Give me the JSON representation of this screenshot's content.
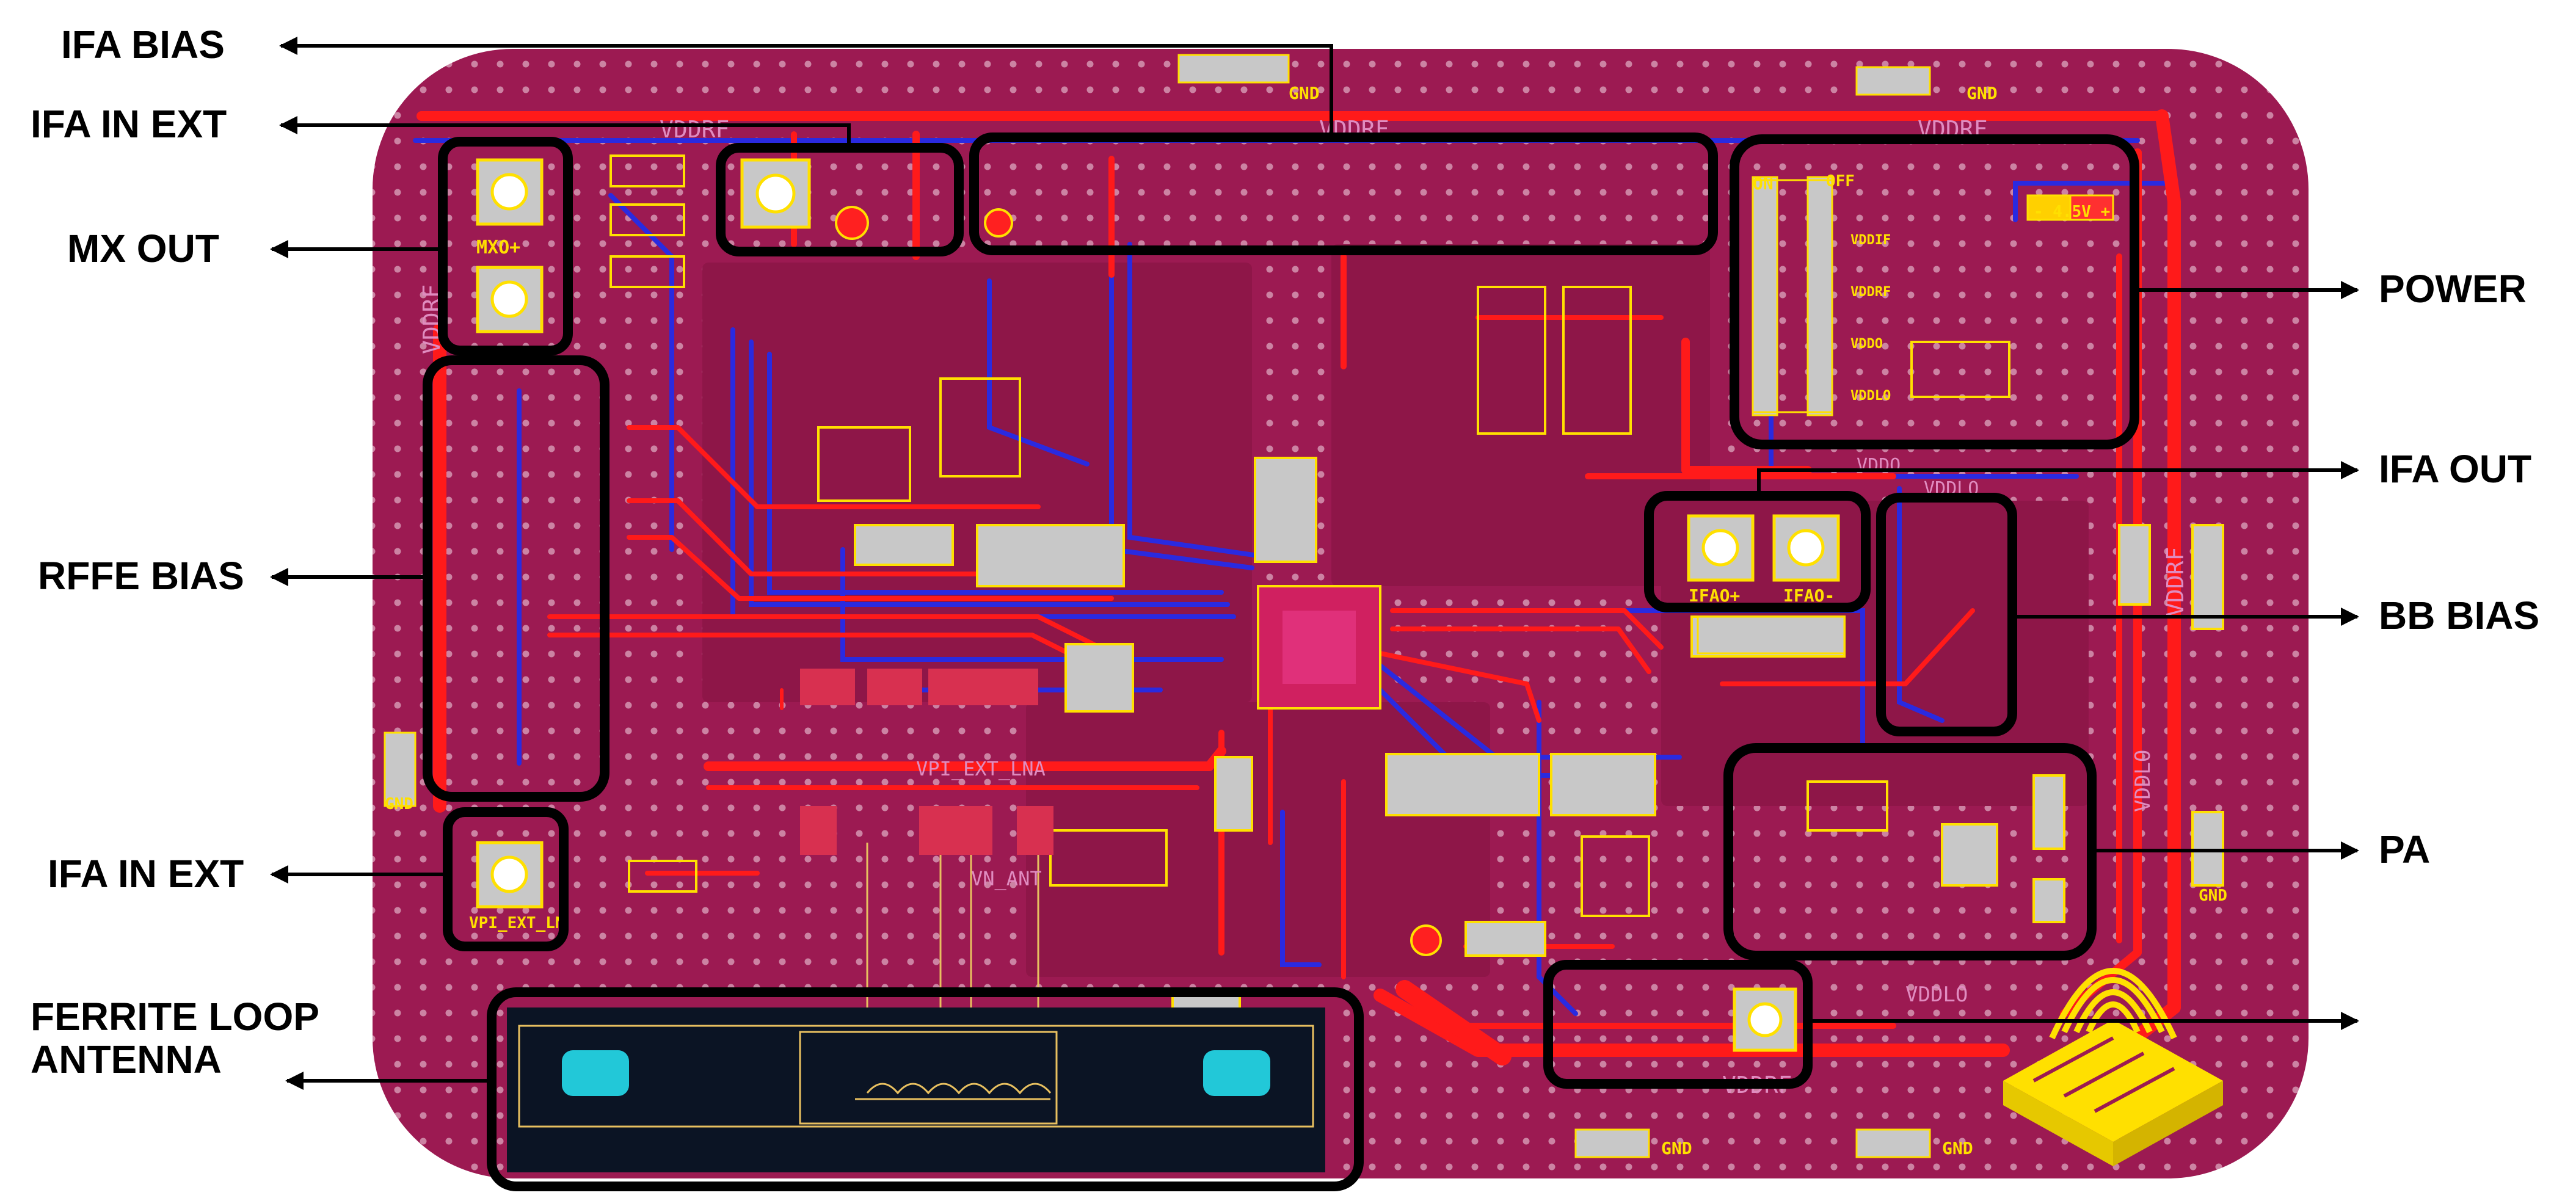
{
  "callouts": {
    "ifa_bias": "IFA BIAS",
    "ifa_in_ext_top": "IFA IN EXT",
    "mx_out": "MX OUT",
    "rffe_bias": "RFFE BIAS",
    "ifa_in_ext_bottom": "IFA IN EXT",
    "ferrite_loop_antenna": "FERRITE LOOP\nANTENNA",
    "power": "POWER",
    "ifa_out": "IFA OUT",
    "bb_bias": "BB BIAS",
    "pa": "PA"
  },
  "board": {
    "rail_labels": {
      "vddrf_top_left": "VDDRF",
      "vddrf_top_mid": "VDDRF",
      "vddrf_top_right": "VDDRF",
      "vddrf_left": "VDDRF",
      "vddrf_right": "VDDRF",
      "vddrf_bottom": "VDDRF",
      "vddlo_right": "VDDLO",
      "vddlo_bottom": "VDDLO",
      "vddlo_mid": "VDDLO",
      "vddo": "VDDO",
      "vpi_ext_lna": "VPI_EXT_LNA",
      "vn_ant": "VN_ANT",
      "gnd_1": "GND",
      "gnd_2": "GND",
      "gnd_3": "GND",
      "gnd_4": "GND",
      "gnd_5": "GND",
      "gnd_6": "GND"
    },
    "connector_labels": {
      "mxo_plus": "MXO+",
      "ifao_plus": "IFAO+",
      "ifao_minus": "IFAO-",
      "vpi_ext_ln": "VPI_EXT_LN",
      "minus_4_5v": "- 4.5V +",
      "on": "ON",
      "off": "OFF",
      "vddif": "VDDIF",
      "vddrf_pwr": "VDDRF",
      "vddo_pwr": "VDDO",
      "vddlo_pwr": "VDDLO"
    },
    "colors": {
      "board": "#9c1a52",
      "trace_red": "#ff1a1a",
      "trace_blue": "#2a2ae0",
      "silkscreen": "#ffe000",
      "antenna_pad": "#22c8d8",
      "antenna_body": "#0b1424",
      "highlight_box": "#000000"
    }
  }
}
